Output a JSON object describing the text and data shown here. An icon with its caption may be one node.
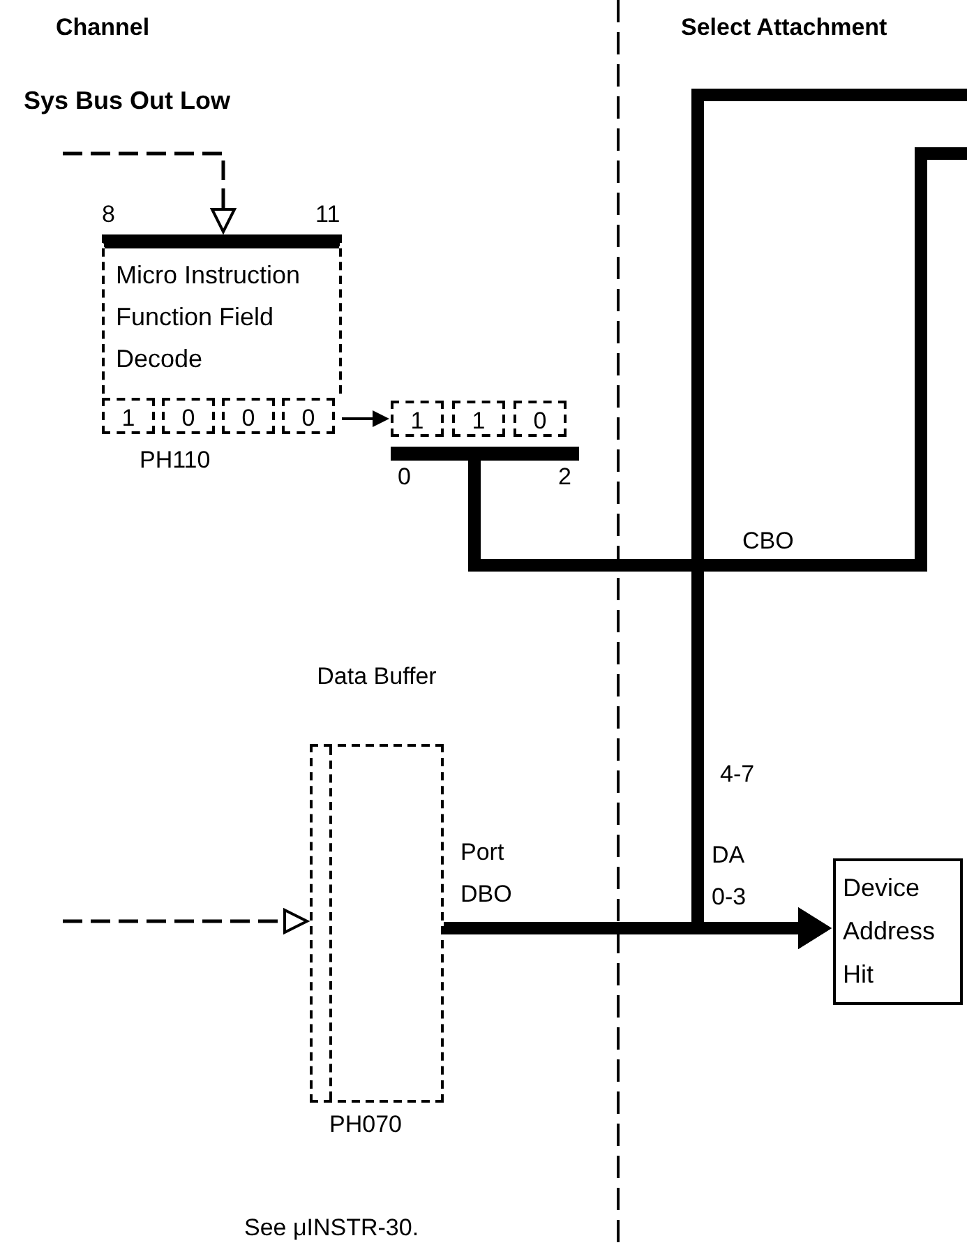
{
  "diagram": {
    "nodes": [
      {
        "text": [
          "Micro Instruction Function Field Decode"
        ],
        "beside": [
          "8",
          "11"
        ]
      },
      {
        "text": [
          "1",
          "0",
          "0",
          "0"
        ],
        "beside": [
          "PH110"
        ]
      },
      {
        "text": [
          "1",
          "1",
          "0"
        ],
        "beside": [
          "0",
          "2"
        ]
      },
      {
        "text": [
          "Data Buffer"
        ],
        "beside": [
          "PH070",
          "Port DBO"
        ]
      },
      {
        "text": [
          "Device Address Hit"
        ]
      }
    ],
    "edges": [
      {
        "from": null,
        "to": 0,
        "arrow": "to",
        "label": "Sys Bus Out Low",
        "style": "dashed"
      },
      {
        "from": 1,
        "to": 2,
        "arrow": "to"
      },
      {
        "from": 2,
        "to": null,
        "arrow": "none",
        "label": "CBO",
        "style": "thick"
      },
      {
        "from": null,
        "to": 3,
        "arrow": "to",
        "style": "dashed"
      },
      {
        "from": 3,
        "to": 4,
        "arrow": "to",
        "label": "DA 0-3",
        "style": "thick"
      },
      {
        "from": null,
        "to": 4,
        "arrow": "to",
        "label": "4-7",
        "style": "thick"
      }
    ],
    "labels": [
      "Channel",
      "Select Attachment",
      "See μINSTR-30."
    ]
  }
}
